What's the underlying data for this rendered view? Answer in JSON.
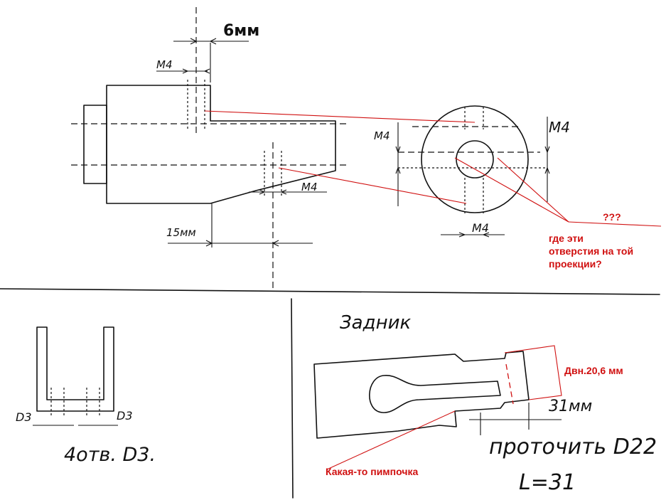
{
  "labels": {
    "dim_6mm": "6мм",
    "m4_top": "М4",
    "m4_body": "М4",
    "dim_15mm": "15мм",
    "m4_circle_left": "М4",
    "m4_circle_right": "М4",
    "m4_circle_bottom": "М4",
    "question_marks": "???",
    "question_line1": "где эти",
    "question_line2": "отверстия на той",
    "question_line3": "проекции?",
    "d3_left": "D3",
    "d3_right": "D3",
    "holes_note": "4отв. D3.",
    "zadnik": "Задник",
    "dv_note": "Двн.20,6 мм",
    "dim_31mm": "31мм",
    "turn_note": "проточить D22",
    "length_note": "L=31",
    "pimple_note": "Какая-то пимпочка"
  },
  "colors": {
    "ink": "#111111",
    "annotation": "#d01010",
    "background": "#ffffff"
  }
}
